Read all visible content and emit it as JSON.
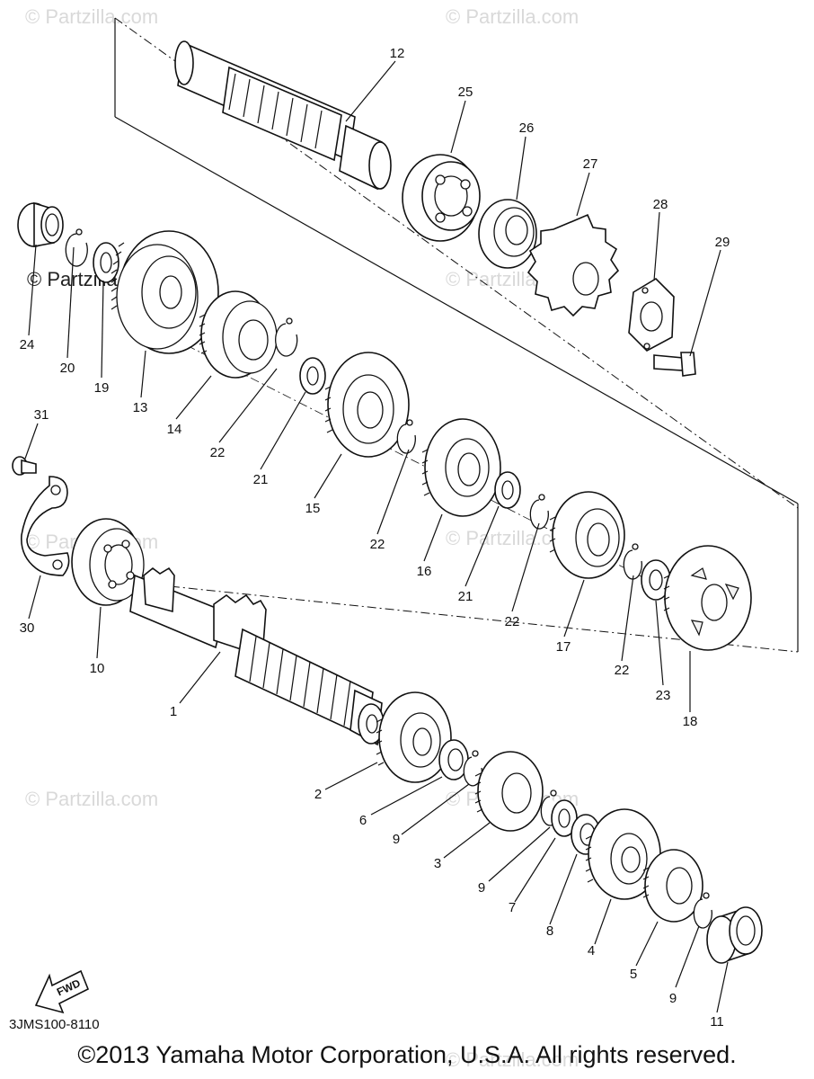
{
  "watermark_text": "© Partzilla.com",
  "diagram_code": "3JMS100-8110",
  "fwd_label": "FWD",
  "copyright": "©2013 Yamaha Motor Corporation, U.S.A. All rights reserved.",
  "callouts": {
    "c1": "1",
    "c2": "2",
    "c3": "3",
    "c4": "4",
    "c5": "5",
    "c6": "6",
    "c7": "7",
    "c8": "8",
    "c9a": "9",
    "c9b": "9",
    "c9c": "9",
    "c10": "10",
    "c11": "11",
    "c12": "12",
    "c13": "13",
    "c14": "14",
    "c15": "15",
    "c16": "16",
    "c17": "17",
    "c18": "18",
    "c19": "19",
    "c20": "20",
    "c21a": "21",
    "c21b": "21",
    "c22a": "22",
    "c22b": "22",
    "c22c": "22",
    "c22d": "22",
    "c23": "23",
    "c24": "24",
    "c25": "25",
    "c26": "26",
    "c27": "27",
    "c28": "28",
    "c29": "29",
    "c30": "30",
    "c31": "31"
  }
}
